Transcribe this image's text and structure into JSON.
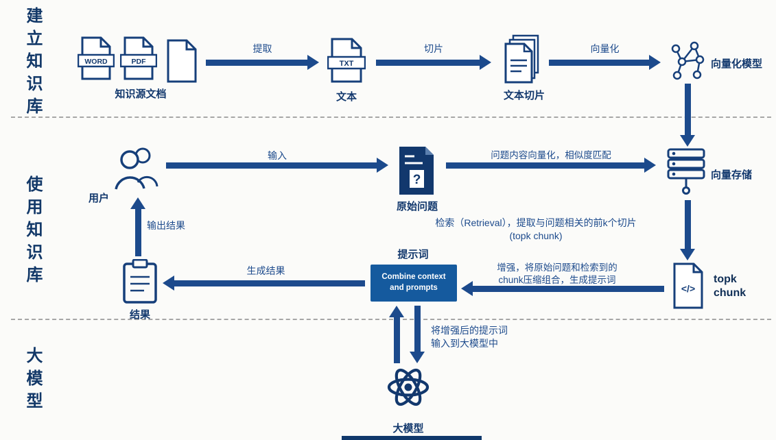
{
  "diagram": {
    "sections": {
      "build": {
        "label": "建立知识库"
      },
      "use": {
        "label": "使用知识库"
      },
      "llm": {
        "label": "大模型"
      }
    },
    "nodes": {
      "word_badge": "WORD",
      "pdf_badge": "PDF",
      "source_docs": "知识源文档",
      "txt_badge": "TXT",
      "text": "文本",
      "text_chunks": "文本切片",
      "embedding_model": "向量化模型",
      "user": "用户",
      "original_question": "原始问题",
      "question_mark": "?",
      "vector_store": "向量存储",
      "code_glyph": "</>",
      "topk_chunk": "topk chunk",
      "prompt": "提示词",
      "combine_box": "Combine context and prompts",
      "result": "结果",
      "big_model": "大模型"
    },
    "edges": {
      "extract": "提取",
      "slice": "切片",
      "vectorize": "向量化",
      "input": "输入",
      "similarity": "问题内容向量化，相似度匹配",
      "retrieval_l1": "检索（Retrieval），提取与问题相关的前k个切片",
      "retrieval_l2": "(topk chunk)",
      "augment_l1": "增强，将原始问题和检索到的",
      "augment_l2": "chunk压缩组合，生成提示词",
      "generate_result": "生成结果",
      "output_result": "输出结果",
      "to_llm_l1": "将增强后的提示词",
      "to_llm_l2": "输入到大模型中"
    },
    "colors": {
      "navy": "#163f7a",
      "box_blue": "#155a9e"
    }
  }
}
